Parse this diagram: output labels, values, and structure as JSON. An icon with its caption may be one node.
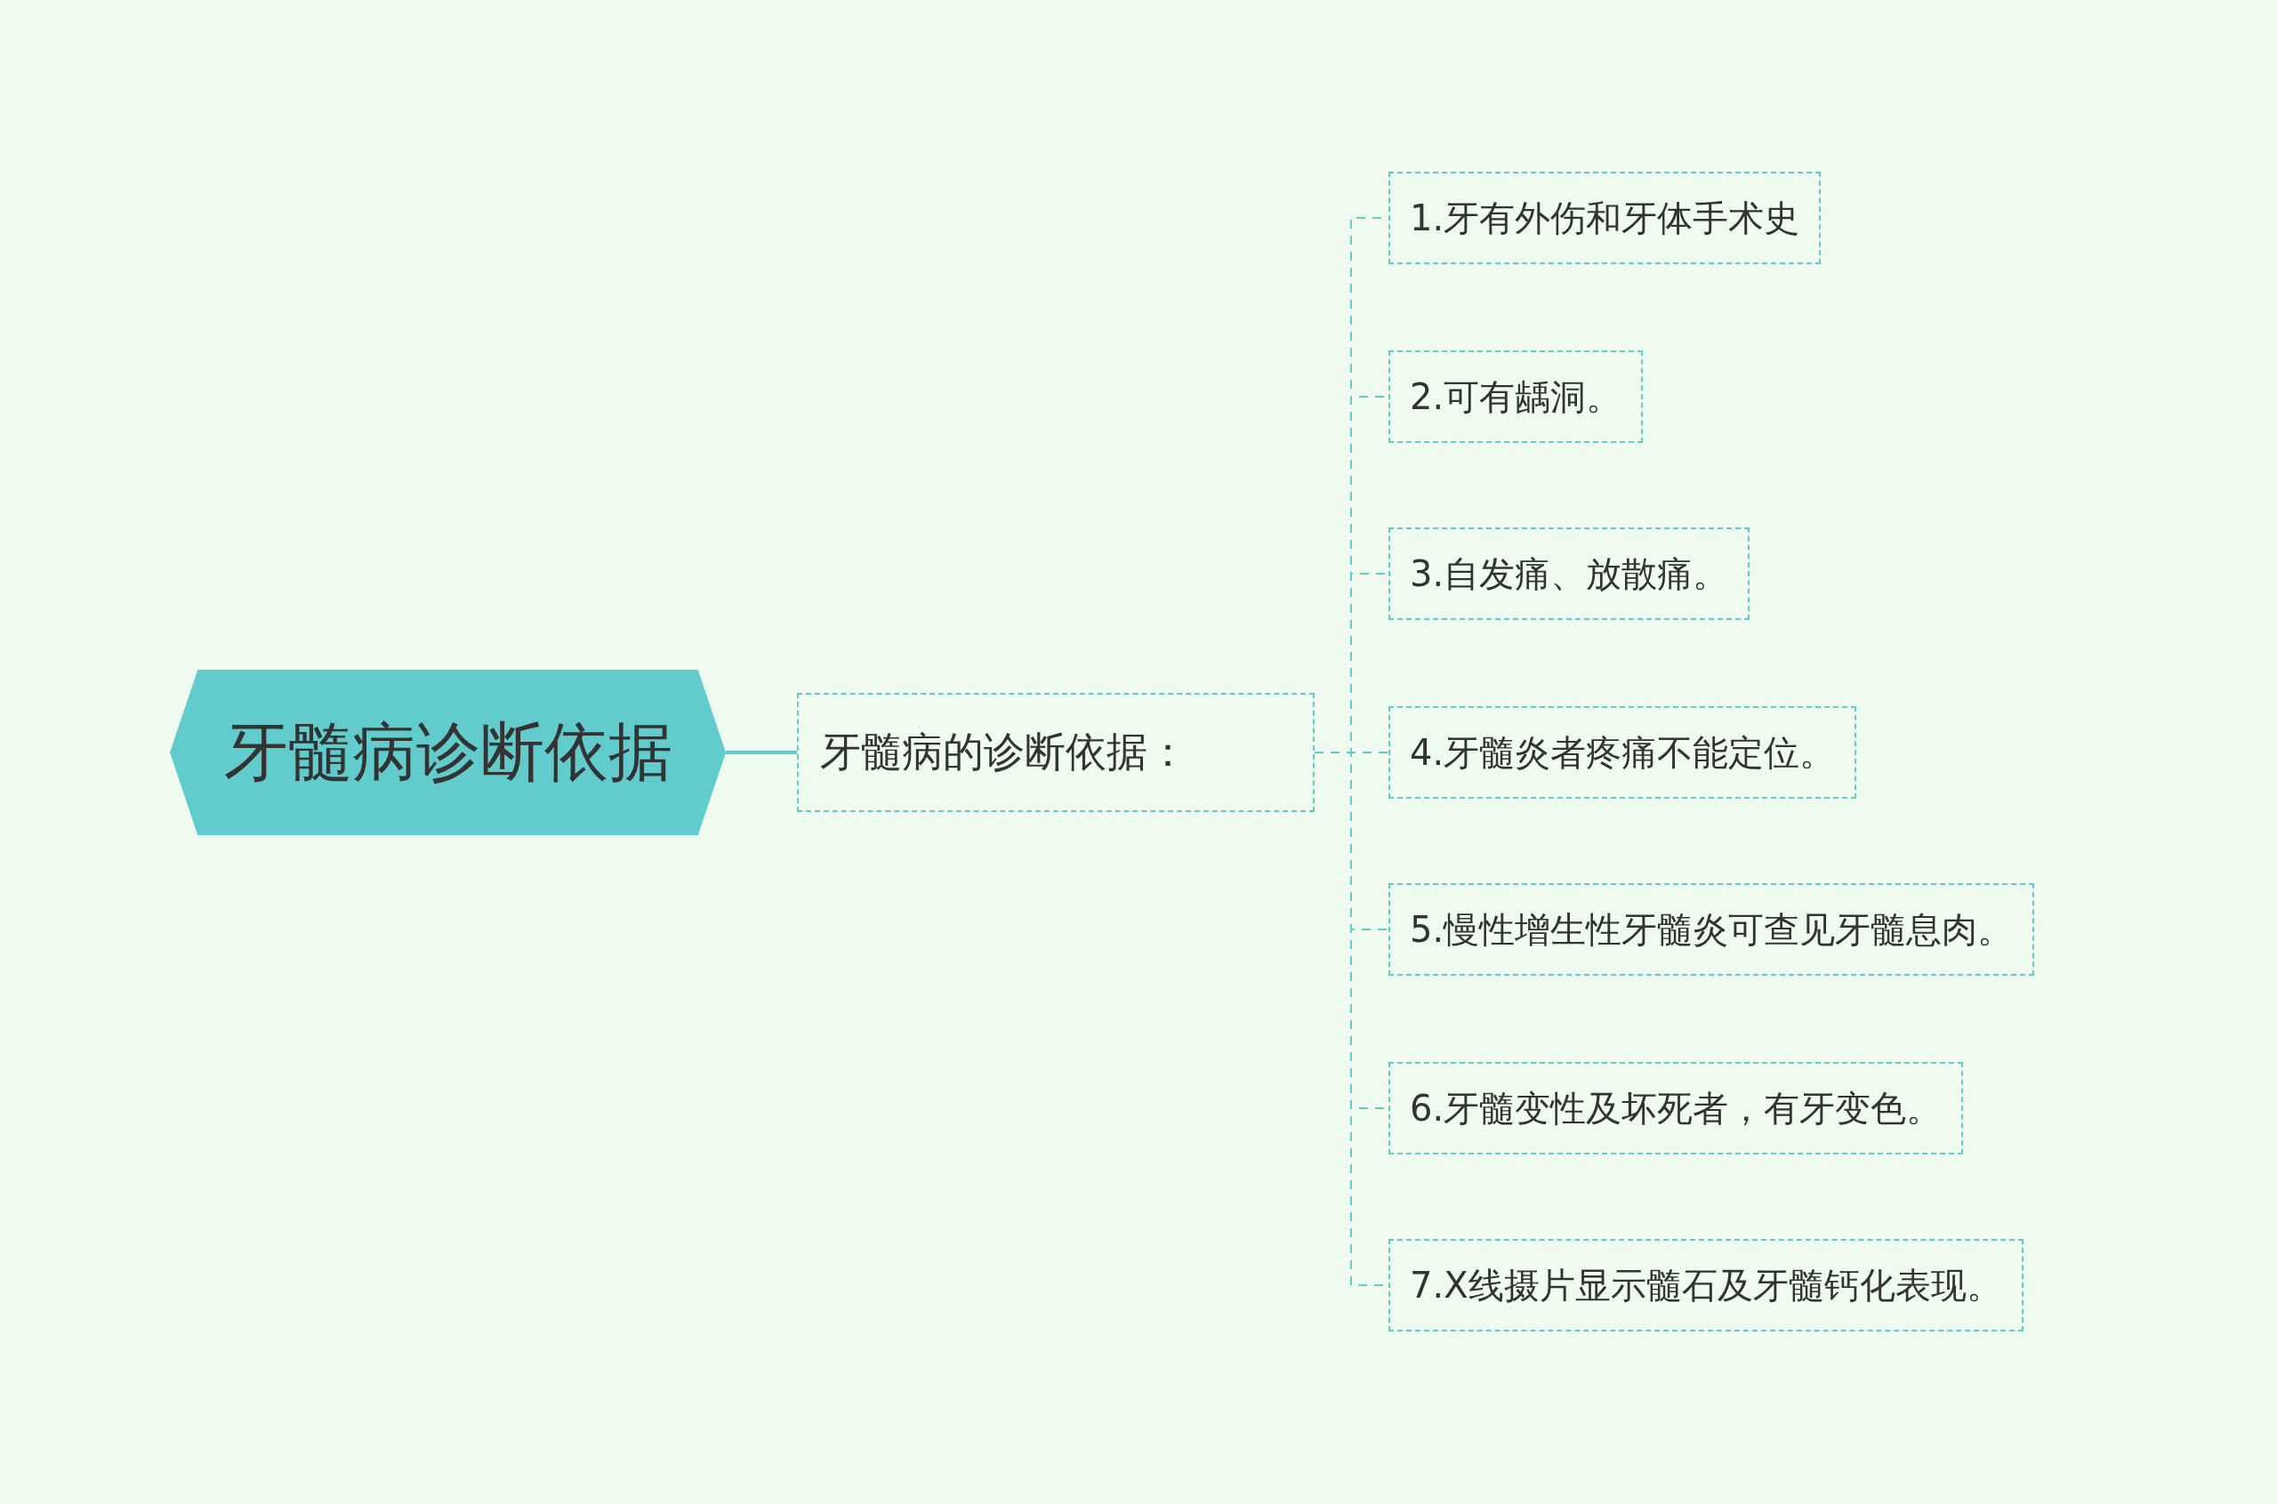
{
  "diagram": {
    "nodes": [
      {
        "text": [
          "牙髓病诊断依据"
        ]
      },
      {
        "text": [
          "牙髓病的诊断依据："
        ]
      },
      {
        "text": [
          "1.牙有外伤和牙体手术史"
        ]
      },
      {
        "text": [
          "2.可有龋洞。"
        ]
      },
      {
        "text": [
          "3.自发痛、放散痛。"
        ]
      },
      {
        "text": [
          "4.牙髓炎者疼痛不能定位。"
        ]
      },
      {
        "text": [
          "5.慢性增生性牙髓炎可查见牙髓息肉。"
        ]
      },
      {
        "text": [
          "6.牙髓变性及坏死者，有牙变色。"
        ]
      },
      {
        "text": [
          "7.X线摄片显示髓石及牙髓钙化表现。"
        ]
      }
    ],
    "edges": [
      {
        "from": 0,
        "to": 1,
        "arrow": "none"
      },
      {
        "from": 1,
        "to": 2,
        "arrow": "none",
        "style": "dashed"
      },
      {
        "from": 1,
        "to": 3,
        "arrow": "none",
        "style": "dashed"
      },
      {
        "from": 1,
        "to": 4,
        "arrow": "none",
        "style": "dashed"
      },
      {
        "from": 1,
        "to": 5,
        "arrow": "none",
        "style": "dashed"
      },
      {
        "from": 1,
        "to": 6,
        "arrow": "none",
        "style": "dashed"
      },
      {
        "from": 1,
        "to": 7,
        "arrow": "none",
        "style": "dashed"
      },
      {
        "from": 1,
        "to": 8,
        "arrow": "none",
        "style": "dashed"
      }
    ]
  }
}
